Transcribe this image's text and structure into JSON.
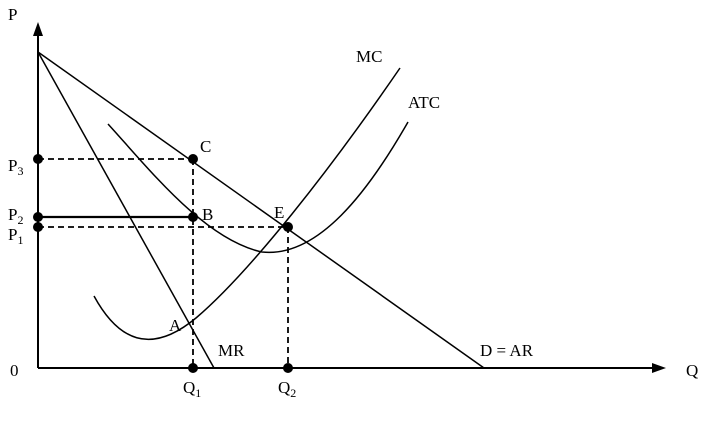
{
  "axes": {
    "y_label": "P",
    "x_label": "Q",
    "origin_label": "0"
  },
  "curves": {
    "mc": "MC",
    "atc": "ATC",
    "mr": "MR",
    "demand": "D = AR"
  },
  "points": {
    "a": "A",
    "b": "B",
    "c": "C",
    "e": "E"
  },
  "price_levels": [
    {
      "base": "P",
      "sub": "3"
    },
    {
      "base": "P",
      "sub": "2"
    },
    {
      "base": "P",
      "sub": "1"
    }
  ],
  "quantity_levels": [
    {
      "base": "Q",
      "sub": "1"
    },
    {
      "base": "Q",
      "sub": "2"
    }
  ]
}
